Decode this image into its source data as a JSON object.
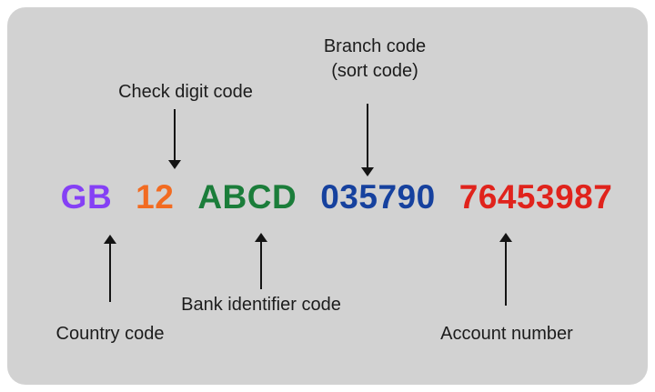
{
  "diagram": {
    "panel_background": "#d2d2d2",
    "labels": {
      "branch_code_line1": "Branch code",
      "branch_code_line2": "(sort code)",
      "check_digit": "Check digit code",
      "bank_identifier": "Bank identifier code",
      "country_code": "Country code",
      "account_number": "Account number"
    },
    "iban": {
      "country_code": {
        "text": "GB",
        "color": "#8540f5"
      },
      "check_digits": {
        "text": "12",
        "color": "#f26b21"
      },
      "bank_identifier": {
        "text": "ABCD",
        "color": "#1b7d3a"
      },
      "branch_code": {
        "text": "035790",
        "color": "#16419e"
      },
      "account_number": {
        "text": "76453987",
        "color": "#e0231c"
      }
    }
  }
}
